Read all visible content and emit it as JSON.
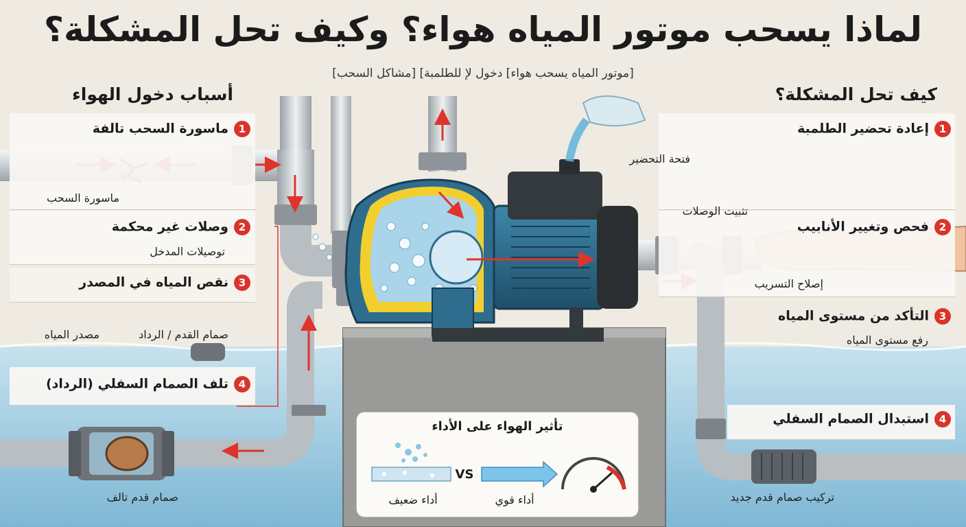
{
  "title": "لماذا يسحب موتور المياه هواء؟ وكيف تحل المشكلة؟",
  "subtitle": "[موتور المياه يسحب هواء] دخول ﻹ للطلمبة] [مشاكل السحب]",
  "causes": {
    "heading": "أسباب دخول الهواء",
    "items": [
      {
        "num": "1",
        "text": "ماسورة السحب تالفة",
        "sub": "ماسورة السحب"
      },
      {
        "num": "2",
        "text": "وصلات غير محكمة",
        "sub": "توصيلات المدخل"
      },
      {
        "num": "3",
        "text": "نقص المياه في المصدر",
        "sub": "صمام القدم / الرداد",
        "sub2": "مصدر المياه"
      },
      {
        "num": "4",
        "text": "تلف الصمام السفلي (الرداد)",
        "sub": "صمام قدم تالف"
      }
    ]
  },
  "solutions": {
    "heading": "كيف تحل المشكلة؟",
    "items": [
      {
        "num": "1",
        "text": "إعادة تحضير الطلمبة",
        "sub": "فتحة التحضير"
      },
      {
        "num": "2",
        "text": "فحص وتغيير الأنابيب",
        "sub": "تثبيت الوصلات",
        "sub2": "إصلاح التسريب"
      },
      {
        "num": "3",
        "text": "التأكد من مستوى المياه",
        "sub": "رفع مستوى المياه"
      },
      {
        "num": "4",
        "text": "استبدال الصمام السفلي",
        "sub": "تركيب صمام قدم جديد"
      }
    ]
  },
  "performance": {
    "title": "تأثير الهواء على الأداء",
    "weak": "أداء ضعيف",
    "vs": "VS",
    "strong": "أداء قوي"
  },
  "colors": {
    "accent_red": "#d9342b",
    "pump_blue": "#2f6d8e",
    "housing_yellow": "#f2cf2e",
    "water_blue": "#a9d4ea",
    "pipe_grey": "#c9ced2"
  }
}
